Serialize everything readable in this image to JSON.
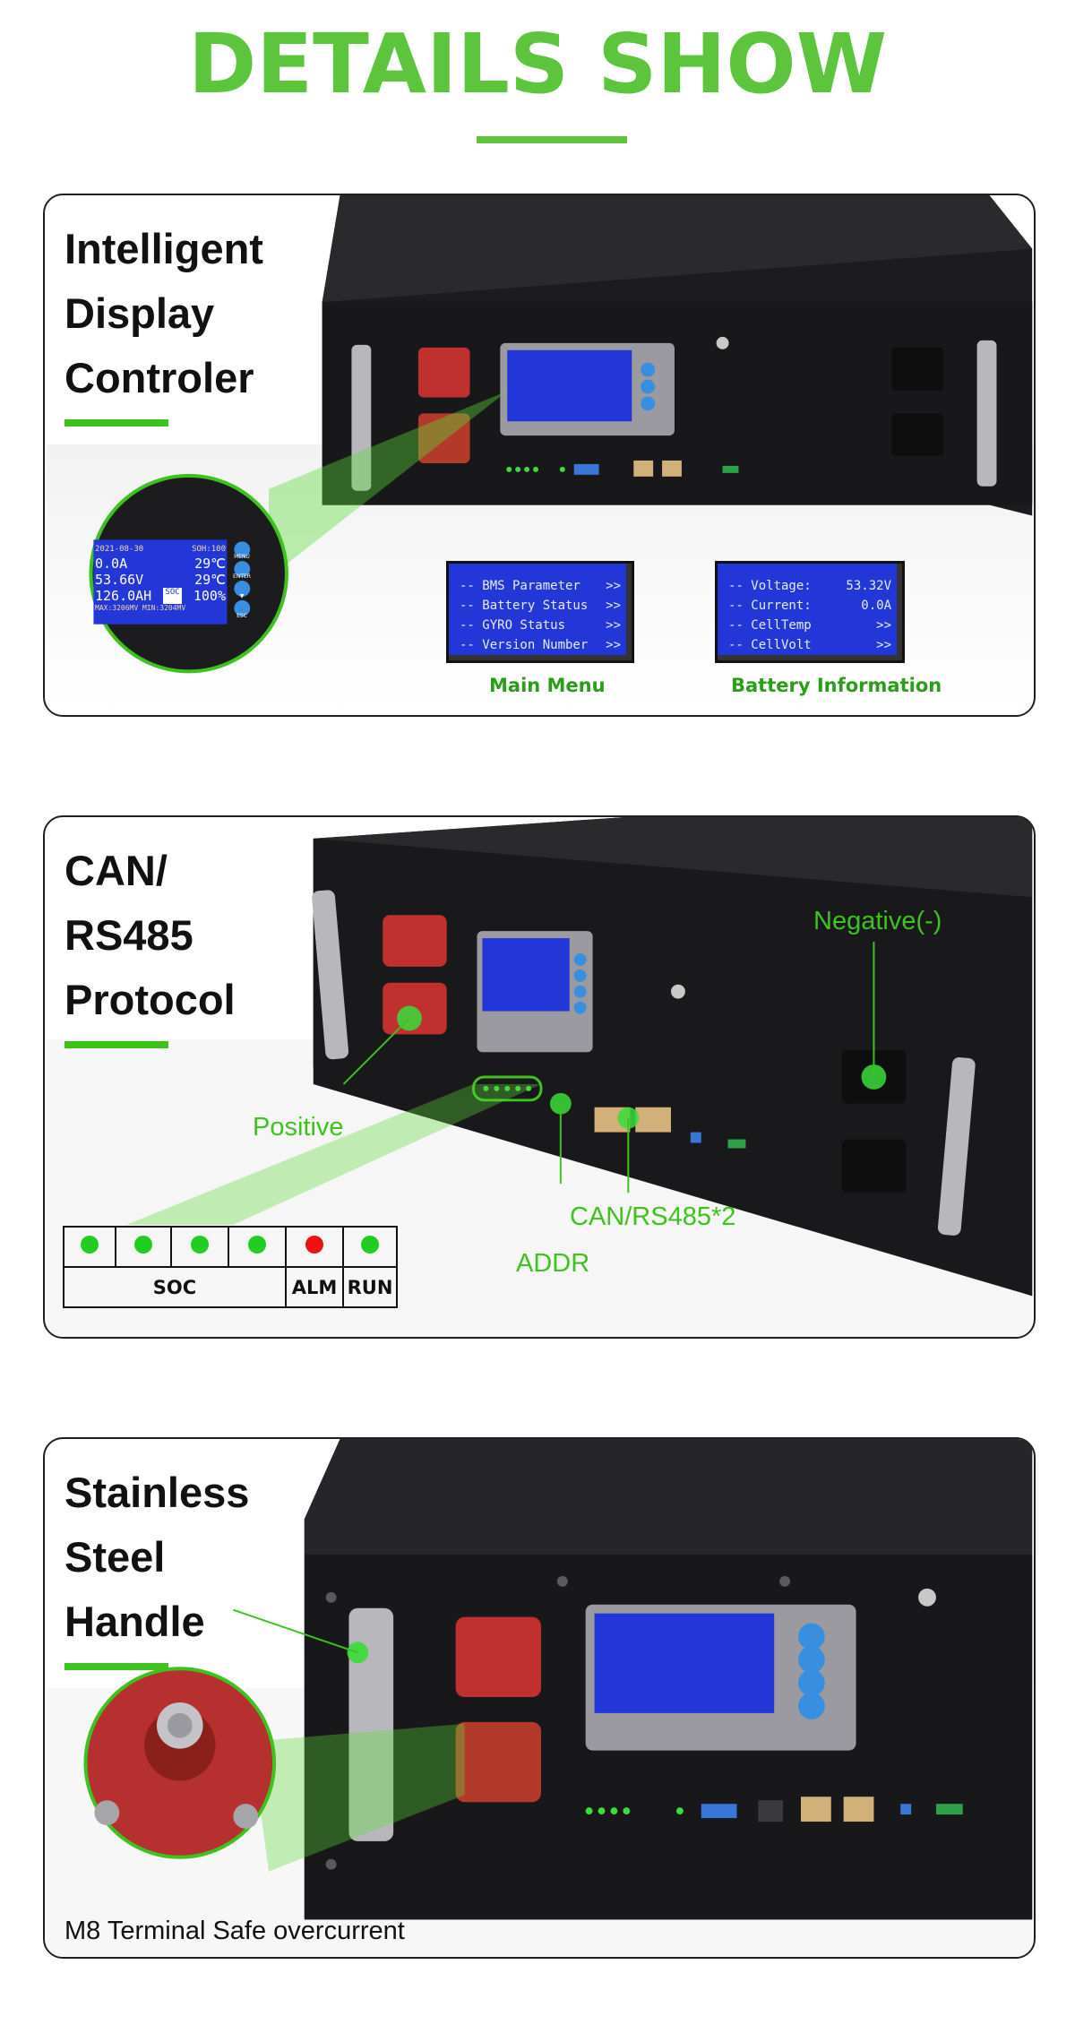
{
  "header": {
    "title": "DETAILS SHOW"
  },
  "panel1": {
    "title_lines": [
      "Intelligent",
      "Display",
      "Controler"
    ],
    "menu_main": {
      "caption": "Main Menu",
      "rows": [
        {
          "label": "-- BMS Parameter",
          "value": ">>"
        },
        {
          "label": "-- Battery Status",
          "value": ">>"
        },
        {
          "label": "-- GYRO Status",
          "value": ">>"
        },
        {
          "label": "-- Version Number",
          "value": ">>"
        }
      ]
    },
    "menu_info": {
      "caption": "Battery Information",
      "rows": [
        {
          "label": "-- Voltage:",
          "value": "53.32V"
        },
        {
          "label": "-- Current:",
          "value": "0.0A"
        },
        {
          "label": "-- CellTemp",
          "value": ">>"
        },
        {
          "label": "-- CellVolt",
          "value": ">>"
        }
      ]
    },
    "zoom_lcd": {
      "date": "2021-08-30",
      "soh": "SOH:100",
      "current": "0.0A",
      "temp1": "29℃",
      "voltage": "53.66V",
      "temp2": "29℃",
      "capacity": "126.0AH",
      "soc": "100%",
      "soc_tag": "SOC",
      "minmax": "MAX:3206MV MIN:3204MV",
      "buttons": [
        "MENU",
        "ENTER",
        "▼",
        "ESC"
      ]
    }
  },
  "panel2": {
    "title_lines": [
      "CAN/",
      "RS485",
      "Protocol"
    ],
    "callouts": {
      "negative": "Negative(-)",
      "positive": "Positive",
      "can": "CAN/RS485*2",
      "addr": "ADDR"
    },
    "indicator_table": {
      "dots": [
        "#22cc22",
        "#22cc22",
        "#22cc22",
        "#22cc22",
        "#ee1111",
        "#22cc22"
      ],
      "labels": [
        "SOC",
        "ALM",
        "RUN"
      ]
    }
  },
  "panel3": {
    "title_lines": [
      "Stainless",
      "Steel",
      "Handle"
    ],
    "footnote": "M8 Terminal Safe overcurrent"
  },
  "colors": {
    "accent": "#5cc43d",
    "callout_green": "#3ec21f",
    "lcd_blue": "#2337d8",
    "battery_body": "#1c1c1e",
    "terminal_red": "#c0302e"
  }
}
